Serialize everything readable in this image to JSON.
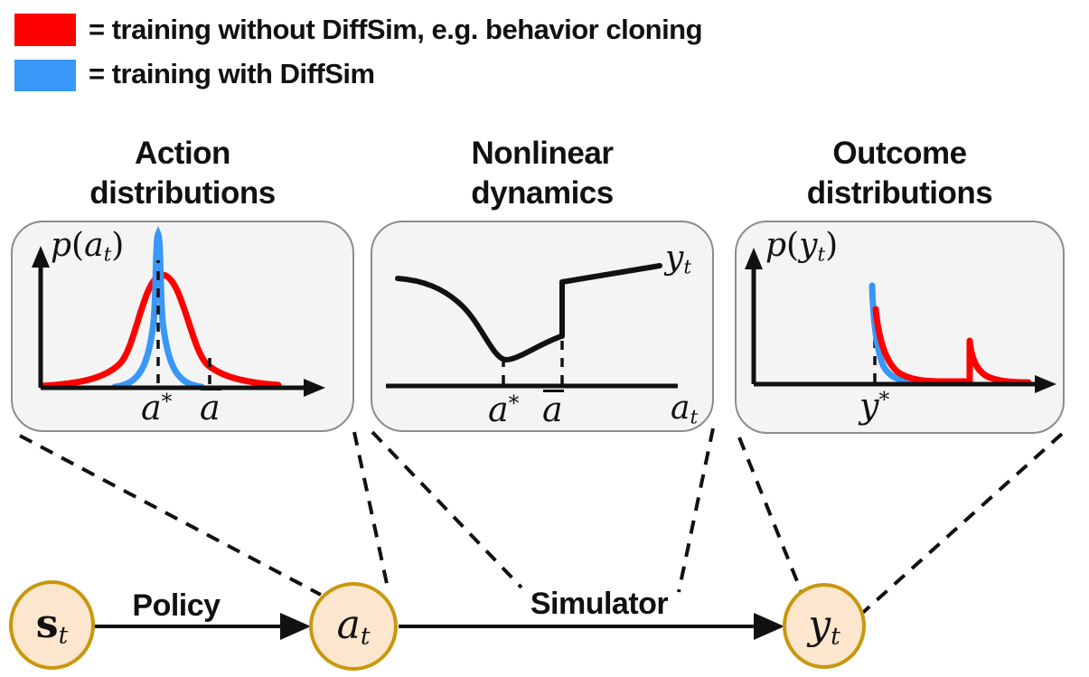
{
  "legend": {
    "items": [
      {
        "swatch_color_key": "red",
        "label": "= training without DiffSim, e.g. behavior cloning"
      },
      {
        "swatch_color_key": "blue",
        "label": "= training with DiffSim"
      }
    ]
  },
  "panels": {
    "action": {
      "title_line1": "Action",
      "title_line2": "distributions",
      "y_axis_label": {
        "func": "p",
        "open": "(",
        "var": "a",
        "sub": "t",
        "close": ")"
      },
      "ticks": [
        {
          "var": "a",
          "sup": "*"
        },
        {
          "var": "a",
          "accent": "overline"
        }
      ],
      "curves": [
        {
          "color_key": "red",
          "shape": "wide gaussian centered near a*"
        },
        {
          "color_key": "blue",
          "shape": "narrow sharp peak at a*"
        }
      ]
    },
    "dynamics": {
      "title_line1": "Nonlinear",
      "title_line2": "dynamics",
      "curve_label": {
        "var": "y",
        "sub": "t"
      },
      "ticks": [
        {
          "var": "a",
          "sup": "*"
        },
        {
          "var": "a",
          "accent": "overline"
        }
      ],
      "x_axis_label": {
        "var": "a",
        "sub": "t"
      }
    },
    "outcome": {
      "title_line1": "Outcome",
      "title_line2": "distributions",
      "y_axis_label": {
        "func": "p",
        "open": "(",
        "var": "y",
        "sub": "t",
        "close": ")"
      },
      "ticks": [
        {
          "var": "y",
          "sup": "*"
        }
      ],
      "curves": [
        {
          "color_key": "blue",
          "shape": "sharp decay starting at y*"
        },
        {
          "color_key": "red",
          "shape": "decay at y* plus second spike to the right"
        }
      ]
    }
  },
  "graph": {
    "nodes": [
      {
        "id": "s_t",
        "var": "s",
        "sub": "t",
        "bold_upright": true
      },
      {
        "id": "a_t",
        "var": "a",
        "sub": "t",
        "bold_upright": false
      },
      {
        "id": "y_t",
        "var": "y",
        "sub": "t",
        "bold_upright": false
      }
    ],
    "edges": [
      {
        "from": "s_t",
        "to": "a_t",
        "label": "Policy"
      },
      {
        "from": "a_t",
        "to": "y_t",
        "label": "Simulator"
      }
    ]
  },
  "colors": {
    "red": "#fe0000",
    "blue": "#3897f7",
    "ink": "#111111",
    "panel_bg": "#f4f4f4",
    "panel_border": "#8c8c8c",
    "node_fill": "#fce6cd",
    "node_border": "#c9970d"
  }
}
